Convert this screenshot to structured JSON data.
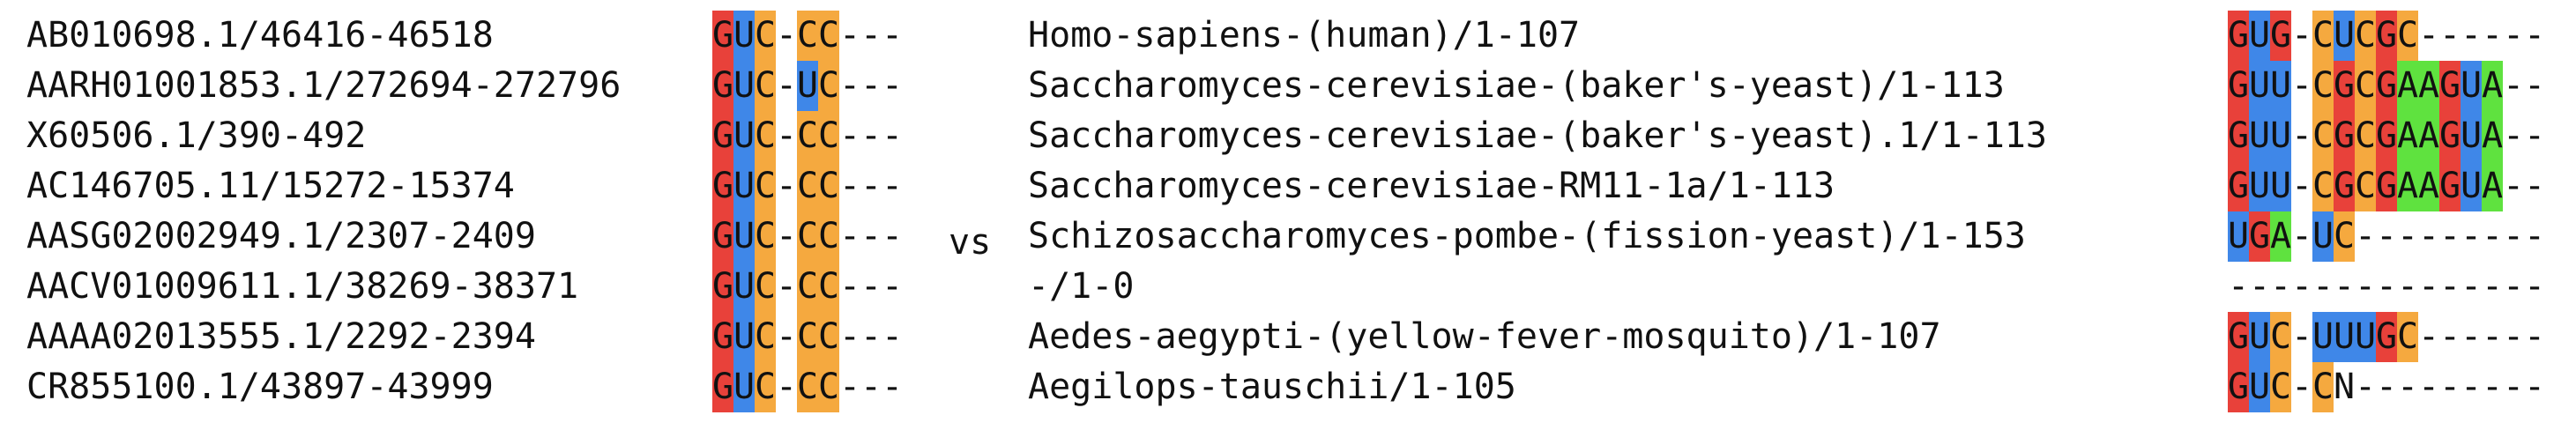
{
  "left": {
    "labels": [
      "AB010698.1/46416-46518",
      "AARH01001853.1/272694-272796",
      "X60506.1/390-492",
      "AC146705.11/15272-15374",
      "AASG02002949.1/2307-2409",
      "AACV01009611.1/38269-38371",
      "AAAA02013555.1/2292-2394",
      "CR855100.1/43897-43999"
    ],
    "sequences": [
      "GUC-CC---",
      "GUC-UC---",
      "GUC-CC---",
      "GUC-CC---",
      "GUC-CC---",
      "GUC-CC---",
      "GUC-CC---",
      "GUC-CC---"
    ]
  },
  "separator": "vs",
  "right": {
    "labels": [
      "Homo-sapiens-(human)/1-107",
      "Saccharomyces-cerevisiae-(baker's-yeast)/1-113",
      "Saccharomyces-cerevisiae-(baker's-yeast).1/1-113",
      "Saccharomyces-cerevisiae-RM11-1a/1-113",
      "Schizosaccharomyces-pombe-(fission-yeast)/1-153",
      "-/1-0",
      "Aedes-aegypti-(yellow-fever-mosquito)/1-107",
      "Aegilops-tauschii/1-105"
    ],
    "sequences": [
      "GUG-CUCGC------",
      "GUU-CGCGAAGUA--",
      "GUU-CGCGAAGUA--",
      "GUU-CGCGAAGUA--",
      "UGA-UC---------",
      "---------------",
      "GUC-UUUGC------",
      "GUC-CN---------"
    ]
  },
  "colors": {
    "G": "#e8413a",
    "U": "#3f87e8",
    "C": "#f5a93f",
    "A": "#5fe23f"
  }
}
